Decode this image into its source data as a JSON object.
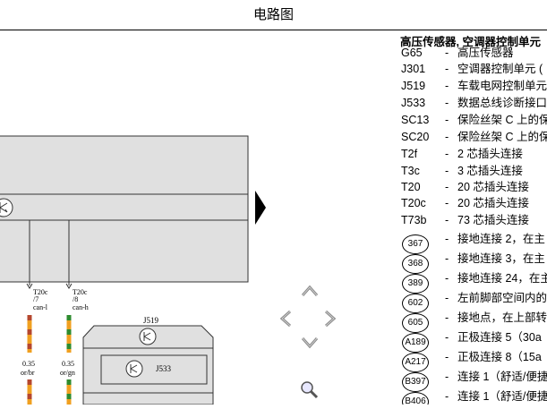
{
  "page": {
    "title": "电路图"
  },
  "diagram": {
    "connectors": [
      {
        "name": "T20c",
        "pin": "/7",
        "signal": "can-l"
      },
      {
        "name": "T20c",
        "pin": "/8",
        "signal": "can-h"
      }
    ],
    "wires": [
      {
        "size": "0.35",
        "color_code": "or/br",
        "stripe": "#b5472e",
        "base": "#f0a020"
      },
      {
        "size": "0.35",
        "color_code": "or/gn",
        "stripe": "#2e8b2e",
        "base": "#f0a020"
      }
    ],
    "components": {
      "j519": "J519",
      "j533": "J533"
    }
  },
  "legend": {
    "title": "高压传感器, 空调器控制单元",
    "items": [
      {
        "code": "G65",
        "desc": "高压传感器"
      },
      {
        "code": "J301",
        "desc": "空调器控制单元 ("
      },
      {
        "code": "J519",
        "desc": "车载电网控制单元"
      },
      {
        "code": "J533",
        "desc": "数据总线诊断接口"
      },
      {
        "code": "SC13",
        "desc": "保险丝架 C 上的保"
      },
      {
        "code": "SC20",
        "desc": "保险丝架 C 上的保"
      },
      {
        "code": "T2f",
        "desc": "2 芯插头连接"
      },
      {
        "code": "T3c",
        "desc": "3 芯插头连接"
      },
      {
        "code": "T20",
        "desc": "20 芯插头连接"
      },
      {
        "code": "T20c",
        "desc": "20 芯插头连接"
      },
      {
        "code": "T73b",
        "desc": "73 芯插头连接"
      }
    ],
    "circled_items": [
      {
        "code": "367",
        "desc": "接地连接 2，在主"
      },
      {
        "code": "368",
        "desc": "接地连接 3，在主"
      },
      {
        "code": "389",
        "desc": "接地连接 24，在主"
      },
      {
        "code": "602",
        "desc": "左前脚部空间内的"
      },
      {
        "code": "605",
        "desc": "接地点，在上部转"
      },
      {
        "code": "A189",
        "desc": "正极连接 5（30a"
      },
      {
        "code": "A217",
        "desc": "正极连接 8（15a"
      },
      {
        "code": "B397",
        "desc": "连接 1（舒适/便捷"
      },
      {
        "code": "B406",
        "desc": "连接 1（舒适/便捷"
      }
    ]
  }
}
